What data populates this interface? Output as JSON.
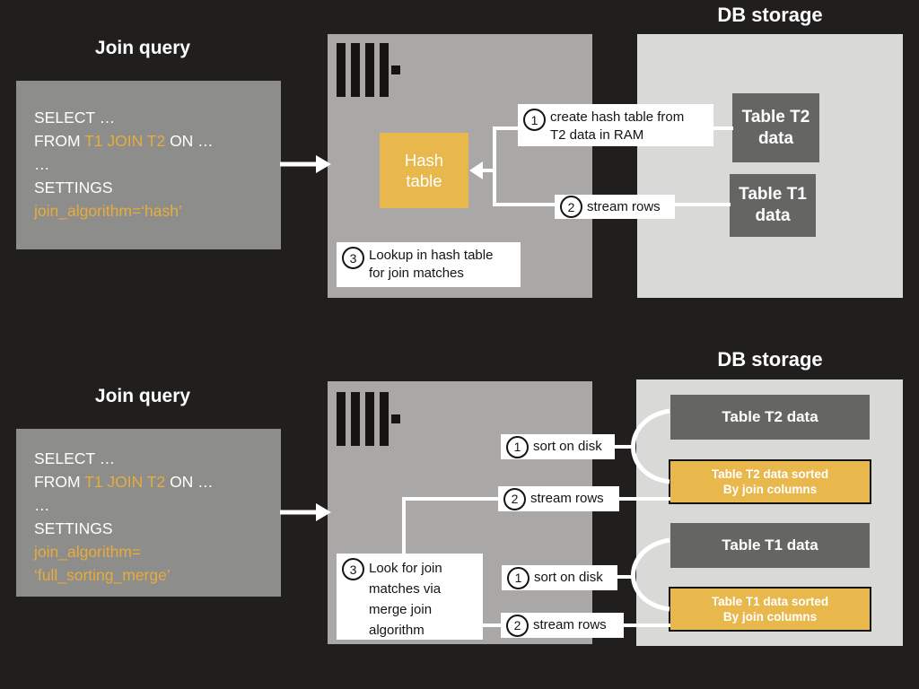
{
  "colors": {
    "background": "#201f1d",
    "query_box_gray": "#8d8d8b",
    "server_box_gray": "#a9a8a6",
    "db_box_gray": "#d9d9d8",
    "table_box_dark": "#656563",
    "accent_yellow": "#e9b84d",
    "highlight_text_orange": "#e7ac3a",
    "connector_white": "#ffffff"
  },
  "icons": {
    "clickhouse_logo": "clickhouse-logo-icon",
    "arrow_right": "arrow-right-icon",
    "arrow_left": "arrow-left-icon"
  },
  "top": {
    "title": "Join query",
    "db_title": "DB storage",
    "query": {
      "line1": "SELECT …",
      "line2_pre": "FROM ",
      "line2_hl": "T1 JOIN T2",
      "line2_post": " ON …",
      "line3": "…",
      "line4": "SETTINGS",
      "line5_hl": "join_algorithm=‘hash’"
    },
    "hash_table": {
      "line1": "Hash",
      "line2": "table"
    },
    "callout1": {
      "num": "1",
      "line1": "create hash table from",
      "line2": "T2 data in RAM"
    },
    "callout2": {
      "num": "2",
      "text": "stream rows"
    },
    "callout3": {
      "num": "3",
      "line1": "Lookup in hash table",
      "line2": "for join matches"
    },
    "db": {
      "t2": {
        "line1": "Table T2",
        "line2": "data"
      },
      "t1": {
        "line1": "Table T1",
        "line2": "data"
      }
    }
  },
  "bottom": {
    "title": "Join query",
    "db_title": "DB storage",
    "query": {
      "line1": "SELECT …",
      "line2_pre": "FROM ",
      "line2_hl": "T1 JOIN T2",
      "line2_post": " ON …",
      "line3": "…",
      "line4": "SETTINGS",
      "line5_hl": "join_algorithm=",
      "line6_hl": "‘full_sorting_merge’"
    },
    "sort1": {
      "num": "1",
      "text": "sort on disk"
    },
    "stream1": {
      "num": "2",
      "text": "stream rows"
    },
    "callout3": {
      "num": "3",
      "lines": [
        "Look for join",
        "matches via",
        "merge join",
        "algorithm"
      ]
    },
    "sort2": {
      "num": "1",
      "text": "sort on disk"
    },
    "stream2": {
      "num": "2",
      "text": "stream rows"
    },
    "db": {
      "t2": "Table T2 data",
      "t2sorted": {
        "line1": "Table T2 data sorted",
        "line2": "By join columns"
      },
      "t1": "Table T1 data",
      "t1sorted": {
        "line1": "Table T1 data sorted",
        "line2": "By join columns"
      }
    }
  }
}
